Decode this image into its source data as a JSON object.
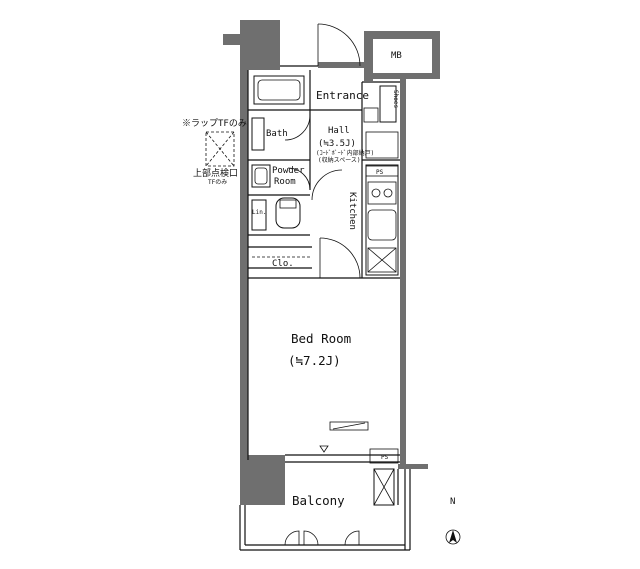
{
  "rooms": {
    "entrance": "Entrance",
    "bath": "Bath",
    "hall": "Hall",
    "hall_area": "(≒3.5J)",
    "hall_note_1": "(ｺｰﾄﾞﾎﾞｰﾄﾞ内部納戸)",
    "hall_note_2": "(収納スペース)",
    "powder_1": "Powder",
    "powder_2": "Room",
    "lin": "Lin.",
    "clo": "Clo.",
    "kitchen": "Kitchen",
    "bedroom": "Bed Room",
    "bedroom_area": "(≒7.2J)",
    "balcony": "Balcony"
  },
  "fixtures": {
    "mb": "MB",
    "ps_upper": "PS",
    "ps_lower": "PS",
    "shoes": "Shoes",
    "trap_note": "※ラップTFのみ",
    "vent_note_1": "上部点検口",
    "vent_note_2": "TFのみ"
  },
  "compass": {
    "label": "N"
  }
}
